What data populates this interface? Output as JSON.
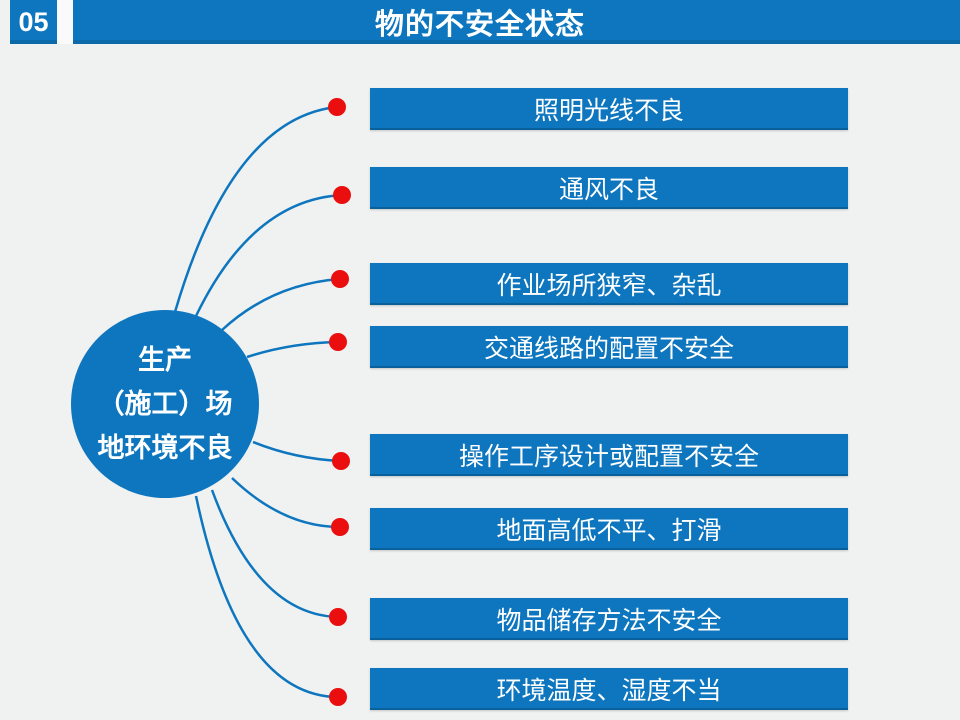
{
  "header": {
    "number": "05",
    "title": "物的不安全状态"
  },
  "hub": {
    "lines": [
      "生产",
      "（施工）场",
      "地环境不良"
    ]
  },
  "items": [
    {
      "label": "照明光线不良"
    },
    {
      "label": "通风不良"
    },
    {
      "label": "作业场所狭窄、杂乱"
    },
    {
      "label": "交通线路的配置不安全"
    },
    {
      "label": "操作工序设计或配置不安全"
    },
    {
      "label": "地面高低不平、打滑"
    },
    {
      "label": "物品储存方法不安全"
    },
    {
      "label": "环境温度、湿度不当"
    }
  ],
  "colors": {
    "primary_blue": "#0d76be",
    "dot_red": "#ea0e0e",
    "background": "#f0f1f1",
    "text_on_blue": "#ffffff"
  }
}
